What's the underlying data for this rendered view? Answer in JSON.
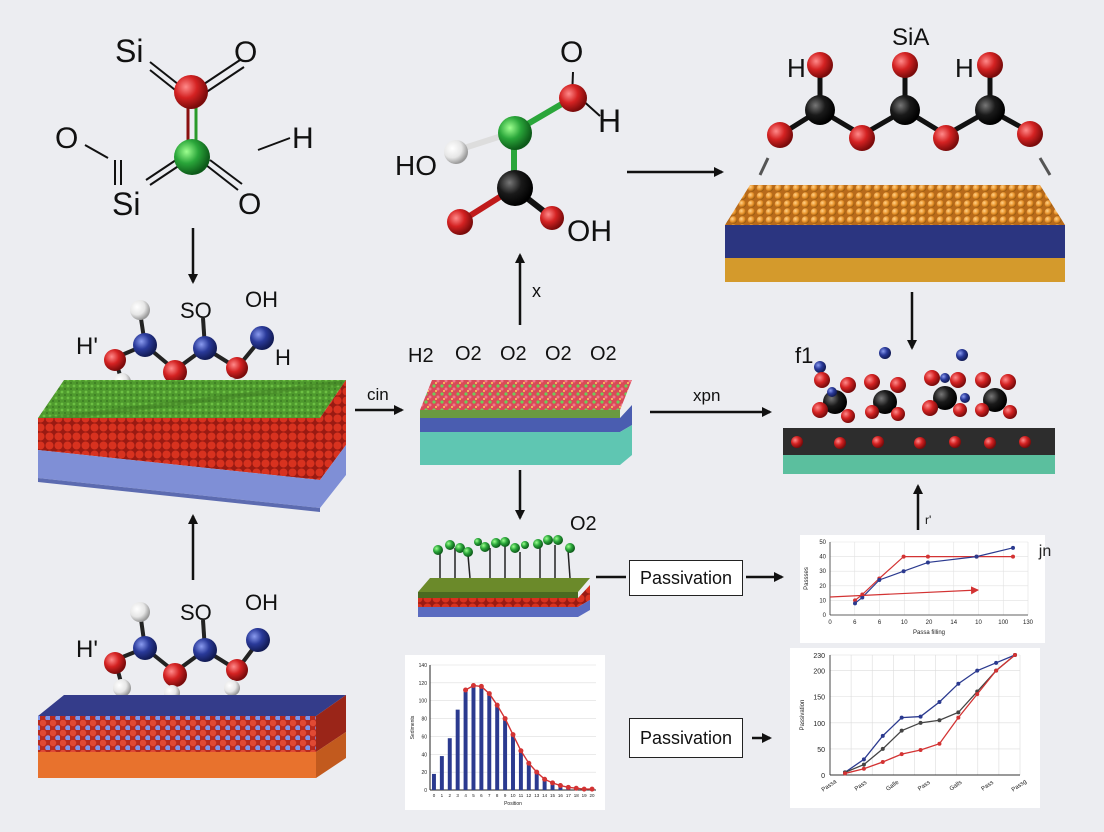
{
  "labels": {
    "top_left": {
      "si_top": "Si",
      "o_top": "O",
      "o_left": "O",
      "h_right": "H",
      "si_bottom": "Si",
      "o_bottom": "O"
    },
    "top_center": {
      "o": "O",
      "h": "H",
      "ho": "HO",
      "oh": "OH"
    },
    "top_right": {
      "title": "SiA",
      "h1": "H",
      "h2": "H"
    },
    "mol_left_mid": {
      "h": "H'",
      "so": "SO",
      "oh": "OH",
      "h2": "H"
    },
    "mol_left_bottom": {
      "h": "H'",
      "so": "SO",
      "oh": "OH"
    },
    "center_layer": {
      "h2": "H2",
      "o2_1": "O2",
      "o2_2": "O2",
      "o2_3": "O2",
      "o2_4": "O2"
    },
    "green_layer": {
      "o2": "O2"
    },
    "right_mid": {
      "f1": "f1"
    },
    "arrows": {
      "cin": "cin",
      "x": "x",
      "xpn": "xpn",
      "prime": "r'"
    },
    "passivation_1": "Passivation",
    "passivation_2": "Passivation"
  },
  "chart_data": [
    {
      "type": "bar",
      "categories": [
        "0",
        "1",
        "2",
        "3",
        "4",
        "5",
        "6",
        "7",
        "8",
        "9",
        "10",
        "11",
        "12",
        "13",
        "14",
        "15",
        "16",
        "17",
        "18",
        "19",
        "20"
      ],
      "values": [
        18,
        38,
        58,
        90,
        112,
        117,
        116,
        108,
        95,
        80,
        62,
        44,
        30,
        20,
        12,
        8,
        5,
        3,
        2,
        1,
        1
      ],
      "yticks": [
        "0",
        "20",
        "40",
        "60",
        "80",
        "100",
        "120",
        "140"
      ],
      "ylim": [
        0,
        140
      ],
      "xlabel": "Position",
      "ylabel": "Sediments"
    },
    {
      "type": "line",
      "x": [
        0,
        6,
        20,
        40,
        60,
        100,
        130
      ],
      "series": [
        {
          "values": [
            10,
            14,
            25,
            40,
            40,
            40,
            40
          ],
          "color": "#d33333"
        },
        {
          "values": [
            8,
            12,
            24,
            30,
            36,
            40,
            46
          ],
          "color": "#2b3a8f"
        }
      ],
      "xticks": [
        "0",
        "6",
        "6",
        "10",
        "20",
        "14",
        "10",
        "100",
        "130"
      ],
      "yticks": [
        "0",
        "10",
        "20",
        "30",
        "40",
        "50"
      ],
      "ylim": [
        0,
        50
      ],
      "xlabel": "Passa filling",
      "ylabel": "Passses",
      "annotation": "jn"
    },
    {
      "type": "line",
      "x": [
        0,
        1,
        2,
        3,
        4,
        5,
        6,
        7,
        8,
        9
      ],
      "series": [
        {
          "values": [
            5,
            30,
            75,
            110,
            112,
            140,
            175,
            200,
            215,
            230
          ],
          "color": "#2b3a8f"
        },
        {
          "values": [
            5,
            20,
            50,
            85,
            100,
            105,
            120,
            160,
            200,
            230
          ],
          "color": "#444444"
        },
        {
          "values": [
            3,
            12,
            25,
            40,
            48,
            60,
            110,
            155,
            200,
            230
          ],
          "color": "#d33333"
        }
      ],
      "yticks": [
        "0",
        "50",
        "100",
        "150",
        "200",
        "230"
      ],
      "ylim": [
        0,
        230
      ],
      "xlabels": [
        "Passa",
        "Pass",
        "Galle",
        "Pass",
        "Galls",
        "Pass",
        "Passg"
      ],
      "ylabel": "Passivation"
    }
  ],
  "colors": {
    "oxygen": "#d42222",
    "carbon": "#111111",
    "nitrogen": "#2a3a9a",
    "hydrogen": "#f2f2f2",
    "green_atom": "#2aa63a",
    "arrow": "#111111"
  }
}
